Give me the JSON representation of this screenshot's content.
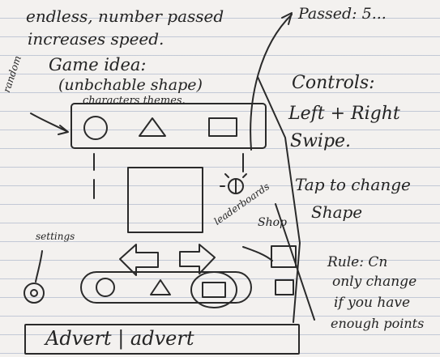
{
  "notes": {
    "line1": "endless, number passed",
    "line2": "increases speed.",
    "game_idea": "Game idea:",
    "unblockable": "(unbchable shape)",
    "characters_themes": "characters themes.",
    "random": "random",
    "passed": "Passed: 5...",
    "controls": "Controls:",
    "left_right": "Left + Right",
    "swipe": "Swipe.",
    "tap": "Tap to change",
    "shape": "Shape",
    "leaderboards": "leaderboards",
    "shop": "Shop",
    "settings": "settings",
    "rule1": "Rule: Cn",
    "rule2": "only change",
    "rule3": "if you have",
    "rule4": "enough points",
    "advert": "Advert | advert"
  },
  "icons": {
    "shapes_top": [
      "circle-icon",
      "triangle-icon",
      "square-icon"
    ],
    "shapes_bottom": [
      "circle-icon",
      "triangle-icon",
      "square-icon"
    ],
    "arrows": [
      "left-arrow-icon",
      "right-arrow-icon"
    ],
    "misc": [
      "lightbulb-icon",
      "shop-basket-icon",
      "gear-icon"
    ]
  }
}
